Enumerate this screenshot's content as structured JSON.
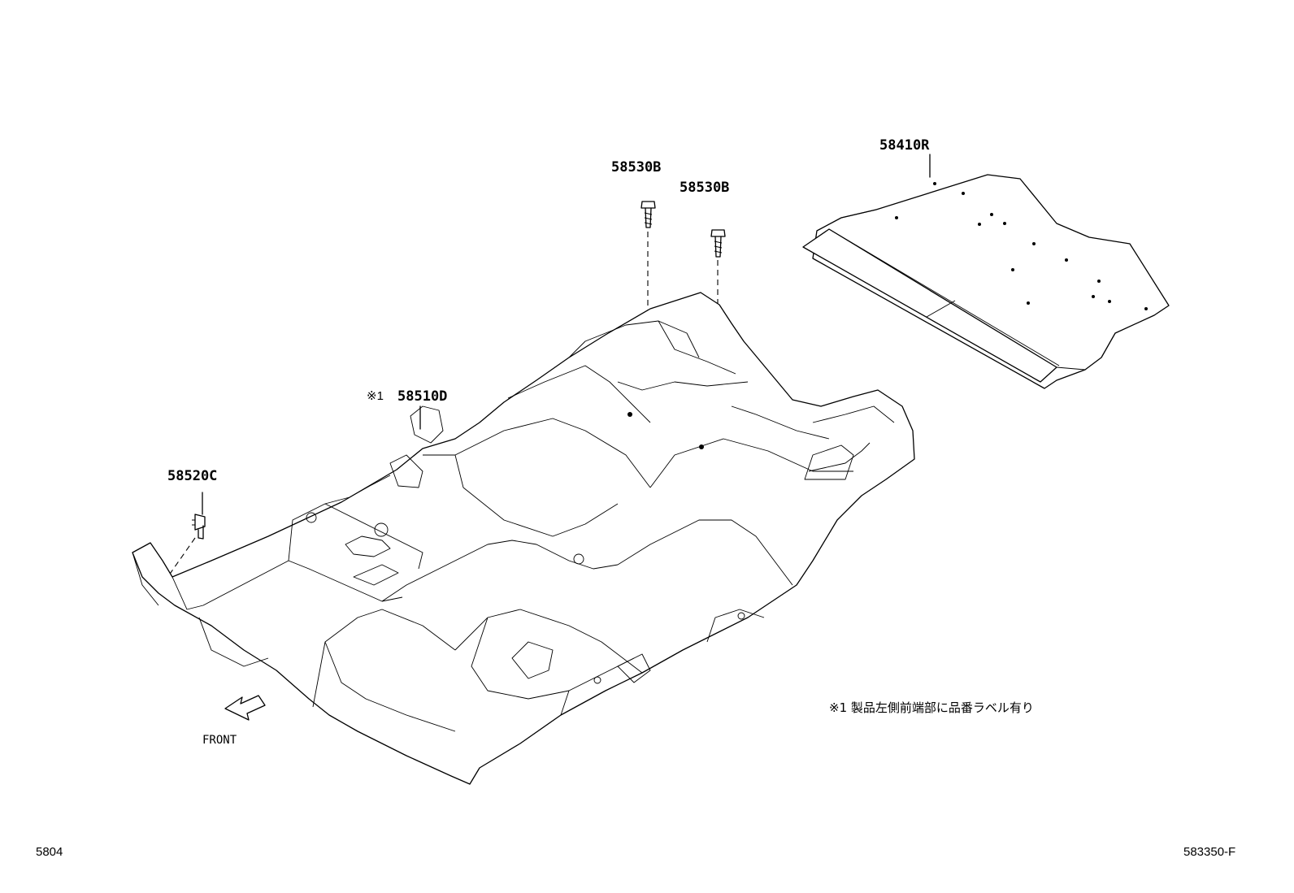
{
  "callouts": {
    "part_58410R": "58410R",
    "part_58530B_left": "58530B",
    "part_58530B_right": "58530B",
    "part_58510D_mark": "※1",
    "part_58510D": "58510D",
    "part_58520C": "58520C"
  },
  "note": {
    "text": "※1 製品左側前端部に品番ラベル有り"
  },
  "direction": {
    "label": "FRONT",
    "icon": "front-arrow-icon"
  },
  "footer": {
    "page_code": "5804",
    "figure_code": "583350-F"
  }
}
